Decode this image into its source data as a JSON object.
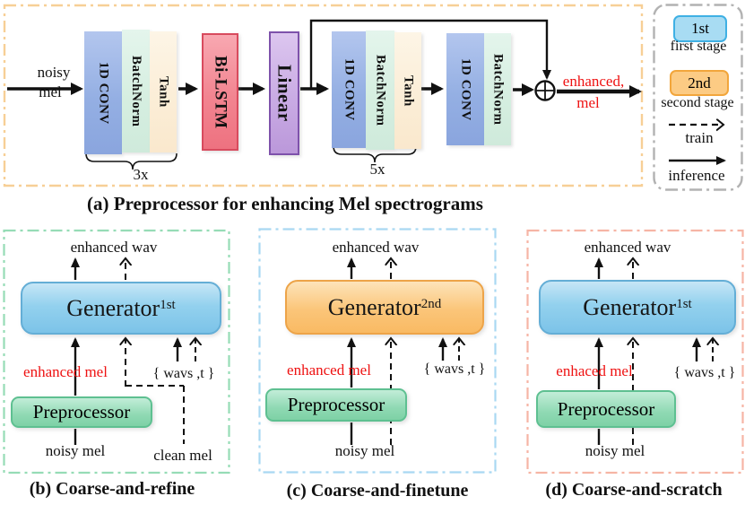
{
  "figure": {
    "panel_a": {
      "caption": "(a) Preprocessor for enhancing Mel spectrograms",
      "input_top": "noisy",
      "input_bottom": "mel",
      "conv": "1D CONV",
      "batchnorm": "BatchNorm",
      "tanh": "Tanh",
      "bilstm": "Bi-LSTM",
      "linear": "Linear",
      "repeat3": "3x",
      "repeat5": "5x",
      "output_top": "enhanced,",
      "output_bottom": "mel"
    },
    "legend": {
      "first_chip": "1st",
      "first_label": "first stage",
      "second_chip": "2nd",
      "second_label": "second stage",
      "train": "train",
      "inference": "inference"
    },
    "panel_b": {
      "caption": "(b) Coarse-and-refine",
      "enhanced_wav": "enhanced wav",
      "generator": "Generator",
      "generator_sup": "1st",
      "enhanced_mel": "enhanced  mel",
      "wavs": "{ wavs ,t }",
      "preprocessor": "Preprocessor",
      "noisy_mel": "noisy mel",
      "clean_mel": "clean mel"
    },
    "panel_c": {
      "caption": "(c) Coarse-and-finetune",
      "enhanced_wav": "enhanced wav",
      "generator": "Generator",
      "generator_sup": "2nd",
      "enhanced_mel": "enhanced mel",
      "wavs": "{ wavs ,t }",
      "preprocessor": "Preprocessor",
      "noisy_mel": "noisy mel"
    },
    "panel_d": {
      "caption": "(d) Coarse-and-scratch",
      "enhanced_wav": "enhanced wav",
      "generator": "Generator",
      "generator_sup": "1st",
      "enhanced_mel": "enhaced mel",
      "wavs": "{ wavs ,t }",
      "preprocessor": "Preprocessor",
      "noisy_mel": "noisy mel"
    },
    "colors": {
      "red_text": "#ee1111",
      "conv_blue": "#94afe3",
      "batchnorm_green": "#d5eee0",
      "tanh_cream": "#fbedd6",
      "bilstm_red": "#f28490",
      "linear_purple": "#c9abe4",
      "generator_blue": "#93d1ee",
      "generator_orange": "#fbc579",
      "preprocessor_green": "#8fd9b3",
      "panel_a_border": "#f7cf96",
      "panel_b_border": "#96dcb6",
      "panel_c_border": "#a9d8f2",
      "panel_d_border": "#f6b5a5",
      "legend_border": "#b2b2b2"
    }
  }
}
